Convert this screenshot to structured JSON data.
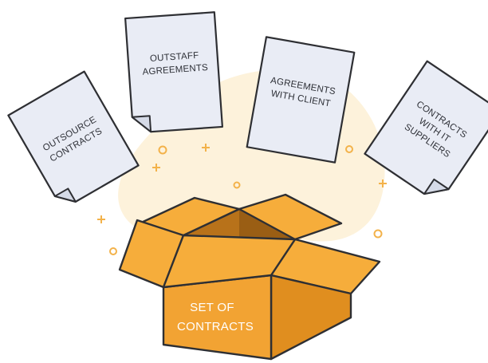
{
  "documents": [
    {
      "line1": "OUTSOURCE",
      "line2": "CONTRACTS",
      "line3": ""
    },
    {
      "line1": "OUTSTAFF",
      "line2": "AGREEMENTS",
      "line3": ""
    },
    {
      "line1": "AGREEMENTS",
      "line2": "WITH CLIENT",
      "line3": ""
    },
    {
      "line1": "CONTRACTS",
      "line2": "WITH IT",
      "line3": "SUPPLIERS"
    }
  ],
  "box": {
    "line1": "SET OF",
    "line2": "CONTRACTS"
  },
  "colors": {
    "paper": "#e9ecf5",
    "paper_fold": "#d5dae7",
    "outline": "#2e2f33",
    "box_front": "#f2a333",
    "box_flap": "#f6ad3b",
    "box_side": "#e08e1f",
    "box_inner": "#b8721a",
    "box_inner_dark": "#9a5e14",
    "blob": "#fdf2db",
    "sparkle": "#f3b24a"
  }
}
